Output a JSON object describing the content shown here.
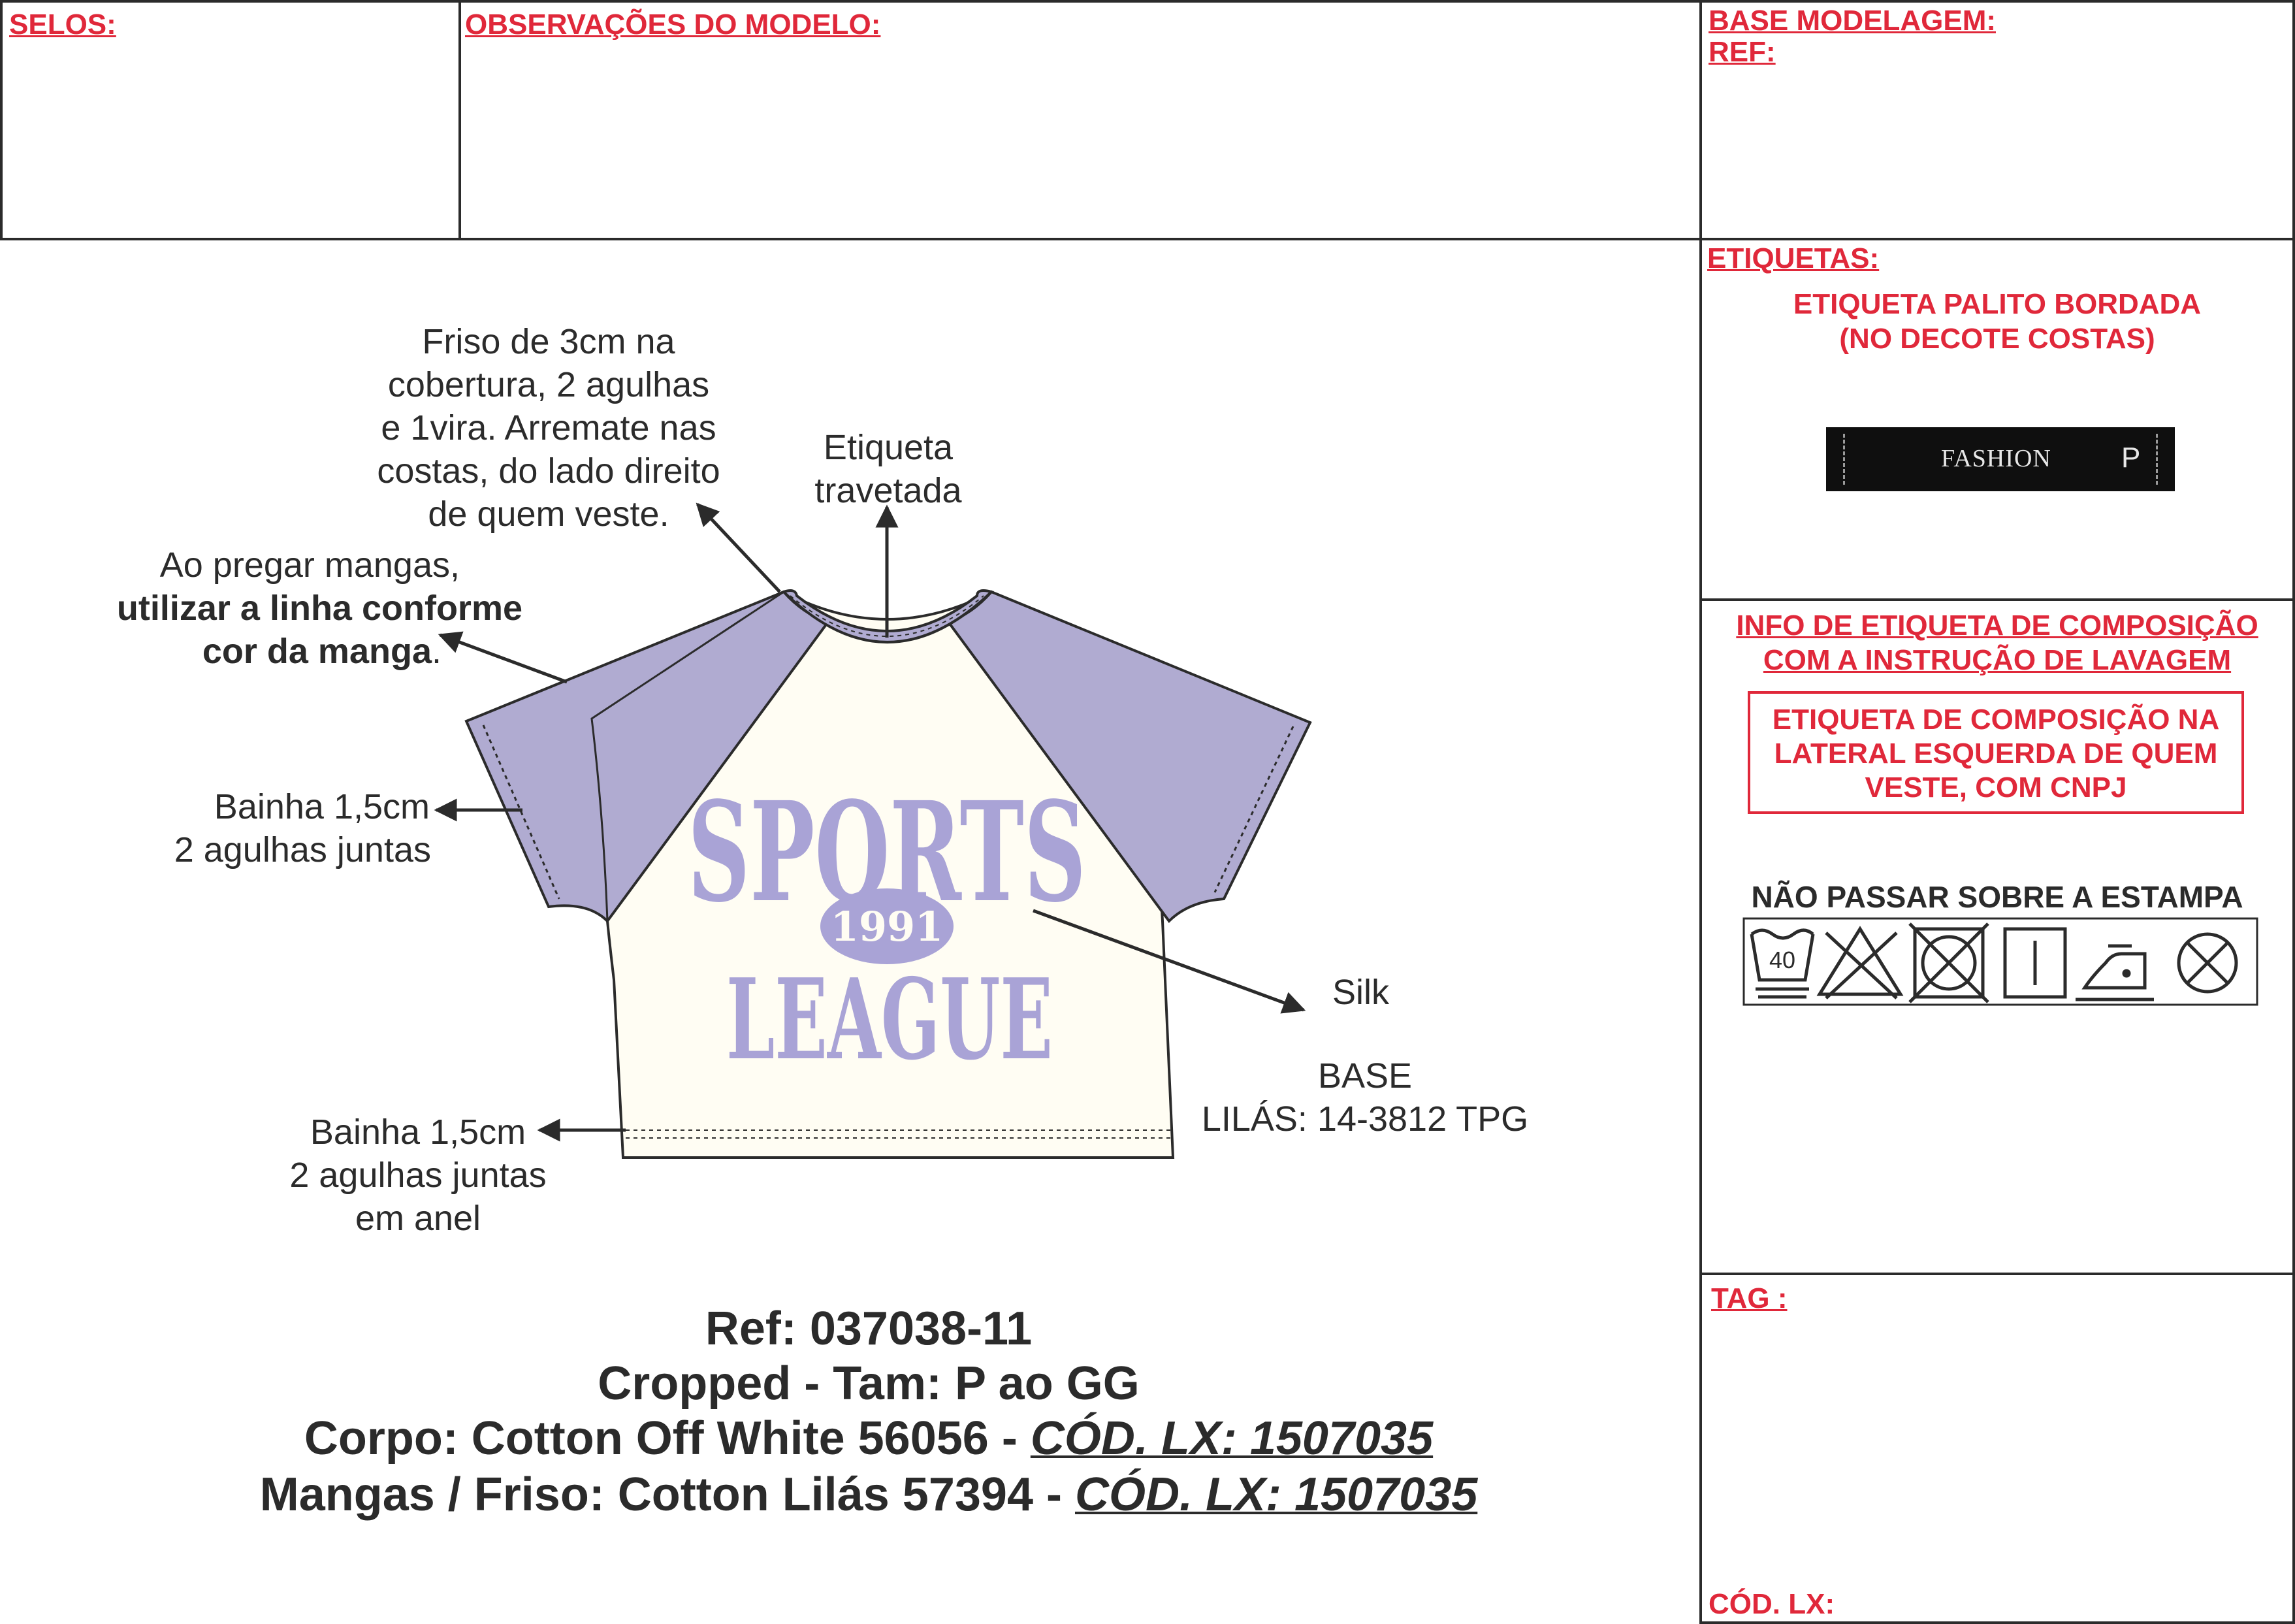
{
  "header": {
    "selos_label": "SELOS:",
    "observacoes_label": "OBSERVAÇÕES DO MODELO:",
    "base_modelagem_label": "BASE MODELAGEM:",
    "ref_label": "REF:"
  },
  "sidebar": {
    "etiquetas_label": "ETIQUETAS:",
    "etiqueta_line1": "ETIQUETA PALITO BORDADA",
    "etiqueta_line2": "(NO DECOTE COSTAS)",
    "label_brand": "FASHION",
    "label_size": "P",
    "info_line1": "INFO DE ETIQUETA DE COMPOSIÇÃO",
    "info_line2": "COM A INSTRUÇÃO DE LAVAGEM",
    "comp_line1": "ETIQUETA DE COMPOSIÇÃO NA",
    "comp_line2": "LATERAL ESQUERDA DE QUEM",
    "comp_line3": "VESTE, COM CNPJ",
    "nao_passar": "NÃO PASSAR SOBRE A ESTAMPA",
    "wash_temp": "40",
    "care_icons": [
      "wash-40-icon",
      "no-bleach-icon",
      "no-tumble-dry-icon",
      "line-dry-icon",
      "iron-low-icon",
      "no-dry-clean-icon"
    ],
    "tag_label": "TAG :",
    "cod_lx_label": "CÓD. LX:"
  },
  "notes": {
    "friso": [
      "Friso de 3cm na",
      "cobertura, 2 agulhas",
      "e 1vira. Arremate nas",
      "costas, do lado direito",
      "de quem veste."
    ],
    "etiqueta": [
      "Etiqueta",
      "travetada"
    ],
    "mangas_line1": "Ao pregar mangas,",
    "mangas_line2_bold": "utilizar a linha conforme",
    "mangas_line3_bold": "cor da manga",
    "mangas_line3_end": ".",
    "bainha_manga": [
      "Bainha 1,5cm",
      "2 agulhas juntas"
    ],
    "silk": "Silk",
    "base": [
      "BASE",
      "LILÁS: 14-3812 TPG"
    ],
    "bainha_barra": [
      "Bainha 1,5cm",
      "2 agulhas juntas",
      "em anel"
    ]
  },
  "print": {
    "line1": "SPORTS",
    "year": "1991",
    "line2": "LEAGUE"
  },
  "summary": {
    "ref": "Ref: 037038-11",
    "modelo": "Cropped - Tam: P ao GG",
    "corpo": "Corpo: Cotton Off White 56056 - ",
    "corpo_cod": "CÓD. LX: 1507035",
    "mangas": "Mangas / Friso: Cotton Lilás 57394 - ",
    "mangas_cod": "CÓD. LX: 1507035"
  },
  "colors": {
    "accent_red": "#e0283a",
    "sleeve_lilac": "#b0abd1",
    "body_offwhite": "#fffdf3",
    "print_lilac": "#a9a3d6"
  }
}
